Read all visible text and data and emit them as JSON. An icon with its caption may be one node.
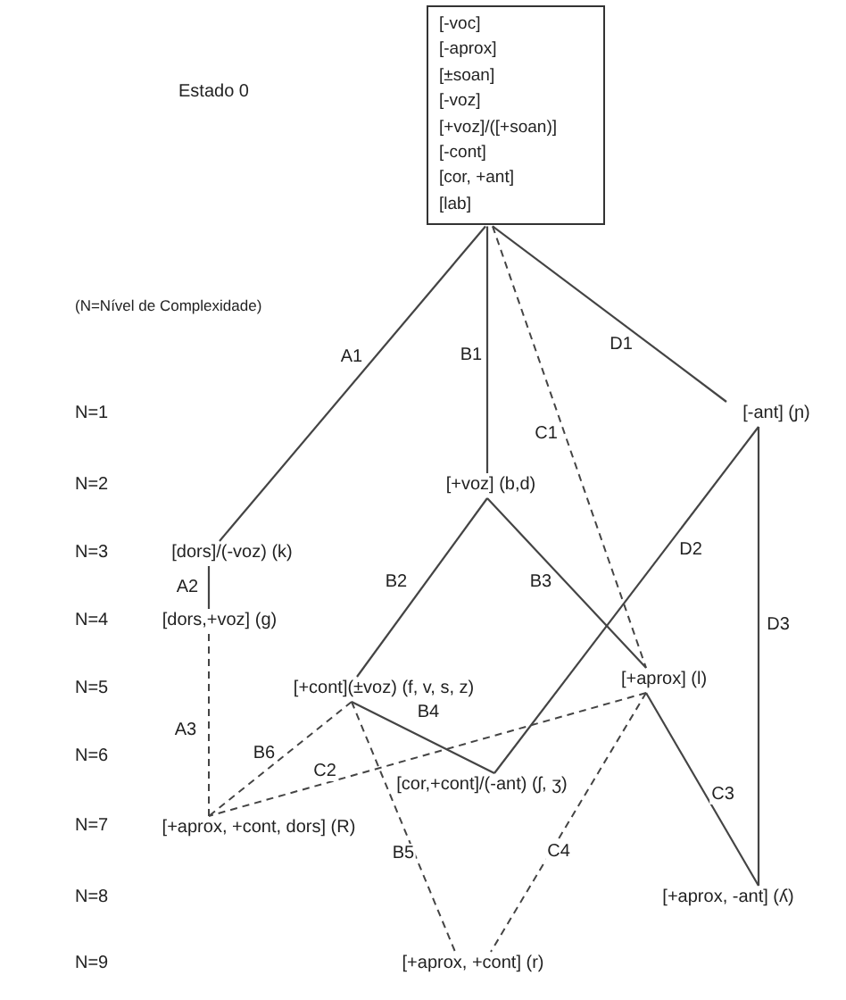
{
  "diagram": {
    "nodes": [
      {
        "text": [
          "[-voc]",
          "[-aprox]",
          "[±soan]",
          "[-voz]",
          "[+voz]/([+soan)]",
          "[-cont]",
          "[cor, +ant]",
          "[lab]"
        ]
      },
      {
        "text": [
          "[-ant] (ɲ)"
        ]
      },
      {
        "text": [
          "[+voz] (b,d)"
        ]
      },
      {
        "text": [
          "[dors]/(-voz) (k)"
        ]
      },
      {
        "text": [
          "[dors,+voz] (g)"
        ]
      },
      {
        "text": [
          "[+cont](±voz) (f, v, s, z)"
        ]
      },
      {
        "text": [
          "[+aprox] (l)"
        ]
      },
      {
        "text": [
          "[cor,+cont]/(-ant) (ʃ, ʒ)"
        ]
      },
      {
        "text": [
          "[+aprox, +cont, dors] (R)"
        ]
      },
      {
        "text": [
          "[+aprox, -ant] (ʎ)"
        ]
      },
      {
        "text": [
          "[+aprox, +cont] (r)"
        ]
      }
    ],
    "edges": [
      {
        "from": 0,
        "to": 3,
        "arrow": "none",
        "label": "A1"
      },
      {
        "from": 3,
        "to": 4,
        "arrow": "none",
        "label": "A2"
      },
      {
        "from": 4,
        "to": 8,
        "arrow": "none",
        "label": "A3",
        "style": "dashed"
      },
      {
        "from": 0,
        "to": 2,
        "arrow": "none",
        "label": "B1"
      },
      {
        "from": 2,
        "to": 5,
        "arrow": "none",
        "label": "B2"
      },
      {
        "from": 2,
        "to": 6,
        "arrow": "none",
        "label": "B3"
      },
      {
        "from": 5,
        "to": 7,
        "arrow": "none",
        "label": "B4"
      },
      {
        "from": 5,
        "to": 10,
        "arrow": "none",
        "label": "B5",
        "style": "dashed"
      },
      {
        "from": 5,
        "to": 8,
        "arrow": "none",
        "label": "B6",
        "style": "dashed"
      },
      {
        "from": 0,
        "to": 6,
        "arrow": "none",
        "label": "C1",
        "style": "dashed"
      },
      {
        "from": 6,
        "to": 8,
        "arrow": "none",
        "label": "C2",
        "style": "dashed"
      },
      {
        "from": 6,
        "to": 9,
        "arrow": "none",
        "label": "C3"
      },
      {
        "from": 6,
        "to": 10,
        "arrow": "none",
        "label": "C4",
        "style": "dashed"
      },
      {
        "from": 0,
        "to": 1,
        "arrow": "none",
        "label": "D1"
      },
      {
        "from": 7,
        "to": 1,
        "arrow": "none",
        "label": "D2"
      },
      {
        "from": 1,
        "to": 9,
        "arrow": "none",
        "label": "D3"
      }
    ],
    "labels": [
      "Estado 0",
      "(N=Nível de Complexidade)",
      "N=1",
      "N=2",
      "N=3",
      "N=4",
      "N=5",
      "N=6",
      "N=7",
      "N=8",
      "N=9"
    ]
  }
}
